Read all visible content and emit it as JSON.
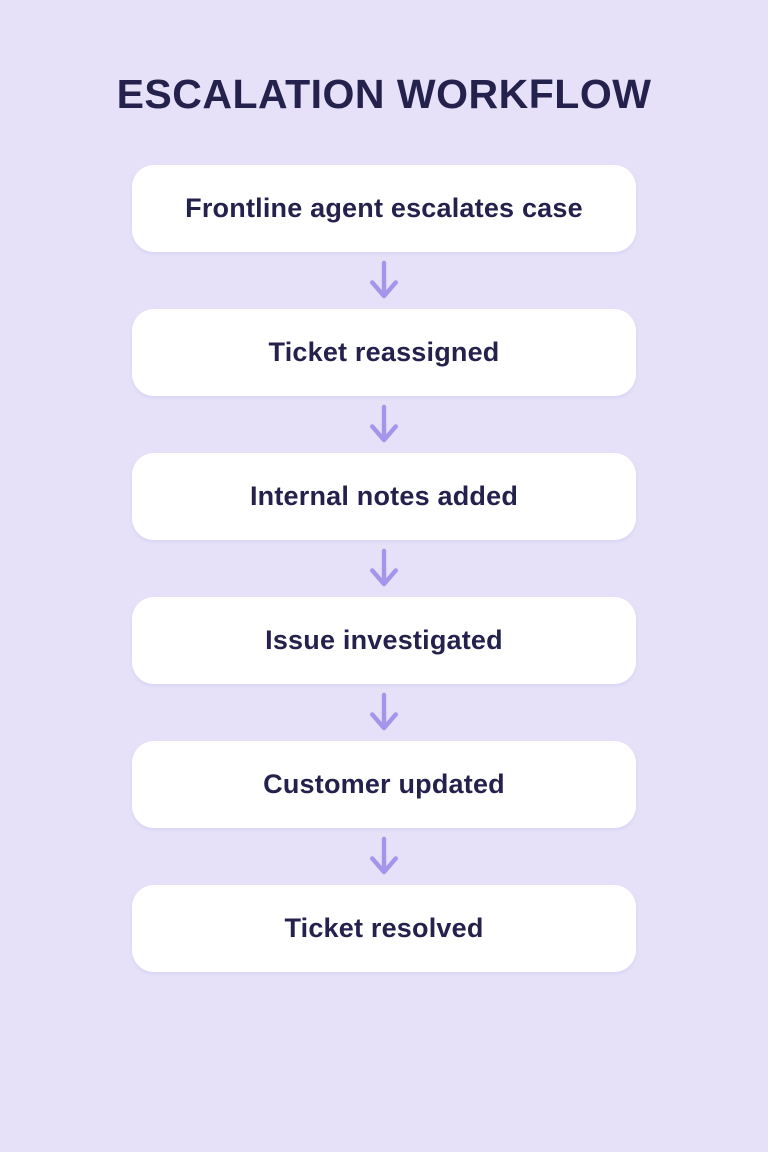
{
  "page": {
    "title": "ESCALATION WORKFLOW",
    "background_color": "#E6E1F9",
    "box_color": "#FFFFFF",
    "text_color": "#25214D",
    "arrow_color": "#A495EC"
  },
  "flow": {
    "steps": [
      {
        "label": "Frontline agent escalates case"
      },
      {
        "label": "Ticket reassigned"
      },
      {
        "label": "Internal notes added"
      },
      {
        "label": "Issue investigated"
      },
      {
        "label": "Customer updated"
      },
      {
        "label": "Ticket resolved"
      }
    ]
  }
}
